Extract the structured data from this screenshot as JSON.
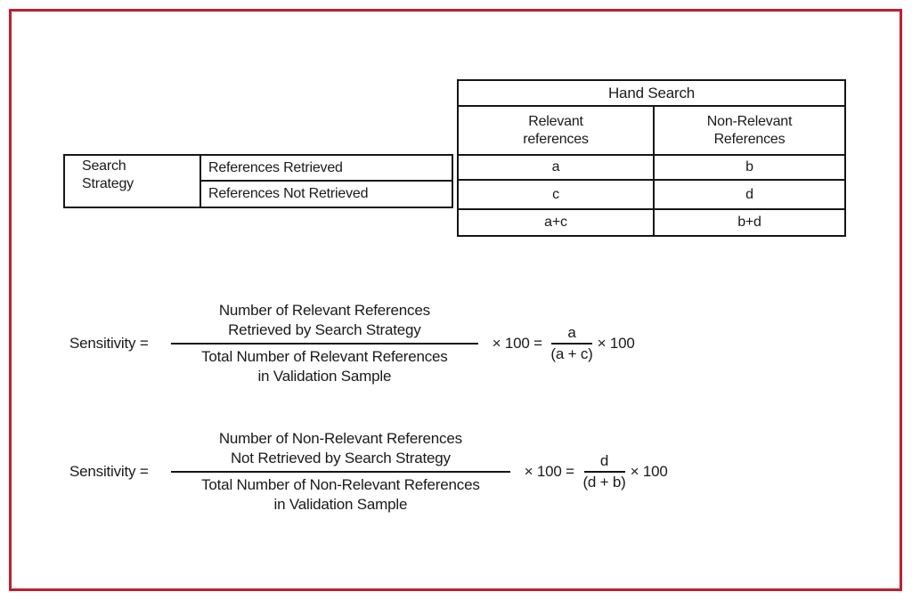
{
  "figure": {
    "border_color": "#be1f2e",
    "text_color": "#1a1a1a",
    "background": "#ffffff"
  },
  "table": {
    "hand_search_header": "Hand Search",
    "col_relevant_line1": "Relevant",
    "col_relevant_line2": "references",
    "col_nonrelevant_line1": "Non-Relevant",
    "col_nonrelevant_line2": "References",
    "row_group_line1": "Search",
    "row_group_line2": "Strategy",
    "row_retrieved": "References Retrieved",
    "row_not_retrieved": "References Not Retrieved",
    "cell_a": "a",
    "cell_b": "b",
    "cell_c": "c",
    "cell_d": "d",
    "total_relevant": "a+c",
    "total_nonrelevant": "b+d"
  },
  "formulas": [
    {
      "lhs": "Sensitivity = ",
      "numerator_line1": "Number of Relevant References",
      "numerator_line2": "Retrieved by Search Strategy",
      "denominator_line1": "Total Number of Relevant References",
      "denominator_line2": "in Validation Sample",
      "times_equals": "× 100 = ",
      "small_numerator": "a",
      "small_denominator": "(a + c)",
      "times_end": "× 100"
    },
    {
      "lhs": "Sensitivity = ",
      "numerator_line1": "Number of Non-Relevant References",
      "numerator_line2": "Not Retrieved by Search Strategy",
      "denominator_line1": "Total Number of Non-Relevant References",
      "denominator_line2": "in Validation Sample",
      "times_equals": "× 100 = ",
      "small_numerator": "d",
      "small_denominator": "(d + b)",
      "times_end": "× 100"
    }
  ]
}
